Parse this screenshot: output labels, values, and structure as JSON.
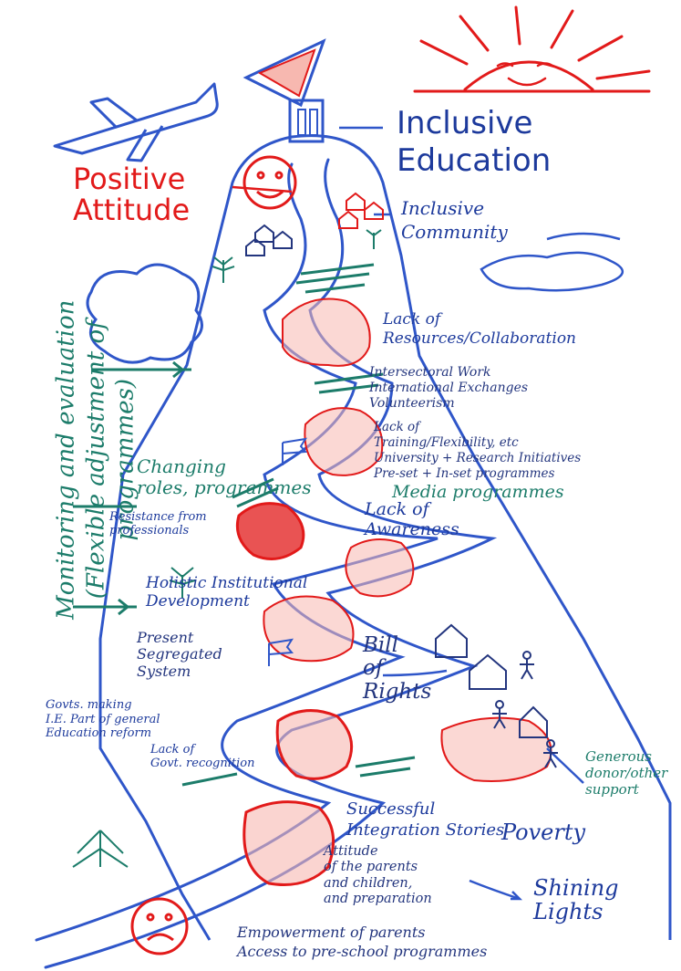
{
  "colors": {
    "blue_ink": "#2f56c9",
    "navy_ink": "#23357e",
    "red_ink": "#e21a1a",
    "teal_ink": "#1c7c6a",
    "pink_fill": "#f7b8b0"
  },
  "labels": {
    "positive_attitude": "Positive\nAttitude",
    "inclusive_education": "Inclusive\nEducation",
    "inclusive_community": "Inclusive\nCommunity",
    "monitoring": "Monitoring and evaluation\n(Flexible adjustment of programmes)",
    "lack_resources": "Lack of\nResources/Collaboration",
    "intersectoral": "Intersectoral Work\nInternational Exchanges\nVolunteerism",
    "lack_training": "Lack of\nTraining/Flexibility, etc\nUniversity + Research Initiatives\nPre-set + In-set programmes",
    "media_programmes": "Media programmes",
    "changing_roles": "Changing\nroles, programmes",
    "resistance": "Resistance from\nprofessionals",
    "lack_awareness": "Lack of\nAwareness",
    "holistic": "Holistic Institutional\nDevelopment",
    "present_segregated": "Present\nSegregated\nSystem",
    "bill_of_rights": "Bill\nof\nRights",
    "govts_making": "Govts. making\nI.E. Part of general\nEducation reform",
    "lack_govt": "Lack of\nGovt. recognition",
    "generous_donor": "Generous\ndonor/other\nsupport",
    "successful_integration": "Successful\nIntegration Stories",
    "poverty": "Poverty",
    "shining_lights": "Shining\nLights",
    "attitude_parents": "Attitude\nof the parents\nand children,\nand preparation",
    "empowerment": "Empowerment of parents\nAccess to pre-school programmes"
  }
}
